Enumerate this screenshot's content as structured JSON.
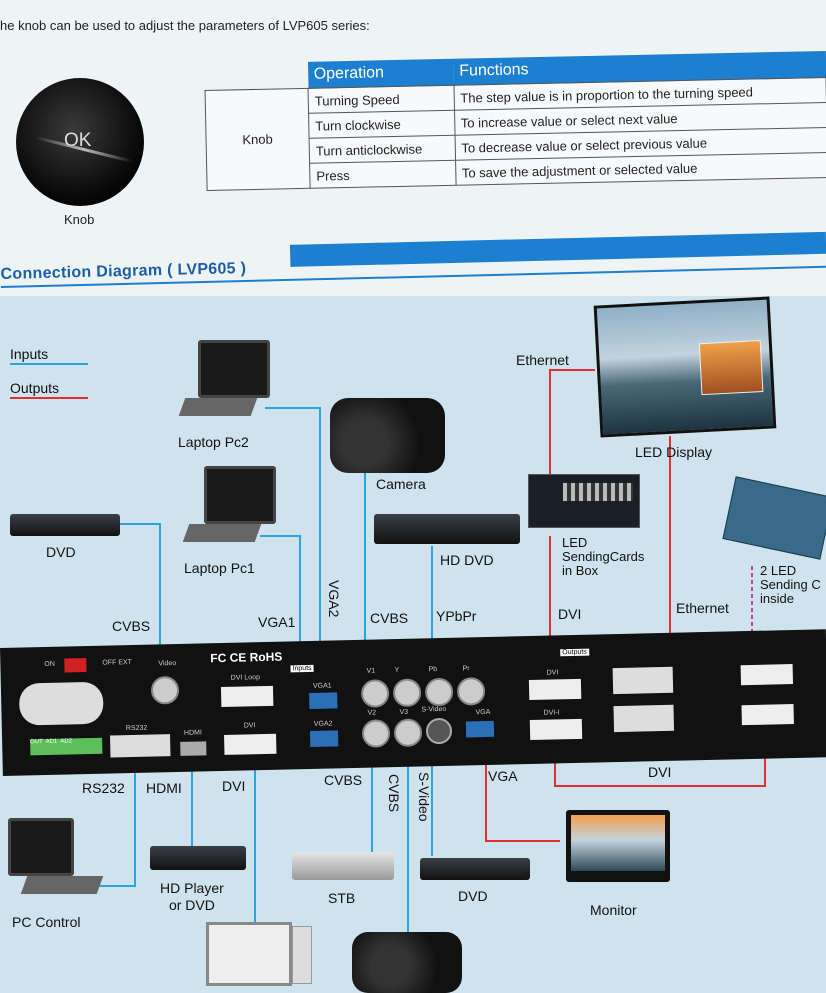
{
  "intro": "he knob can be used to adjust the parameters of LVP605 series:",
  "knob": {
    "face_text": "OK",
    "caption": "Knob"
  },
  "ops_table": {
    "headers": [
      "Operation",
      "Functions"
    ],
    "row_label": "Knob",
    "rows": [
      [
        "Turning Speed",
        "The step value is in proportion to the turning speed"
      ],
      [
        "Turn clockwise",
        "To increase value or select next value"
      ],
      [
        "Turn anticlockwise",
        "To decrease value or select previous value"
      ],
      [
        "Press",
        "To save the adjustment or selected value"
      ]
    ]
  },
  "section_title": "Connection Diagram ( LVP605 )",
  "legend": [
    {
      "label": "Inputs",
      "color": "#2aa6dc"
    },
    {
      "label": "Outputs",
      "color": "#e03030"
    }
  ],
  "devices": {
    "laptop_pc2": "Laptop Pc2",
    "laptop_pc1": "Laptop Pc1",
    "camera": "Camera",
    "dvd_top": "DVD",
    "hd_dvd": "HD DVD",
    "led_display": "LED Display",
    "ethernet_top": "Ethernet",
    "led_sending_box": "LED\nSendingCards\nin Box",
    "two_led": "2 LED\nSending C\ninside",
    "pc_control": "PC Control",
    "hd_player": "HD Player\nor DVD",
    "stb": "STB",
    "dvd_bottom": "DVD",
    "monitor": "Monitor"
  },
  "connection_labels": {
    "cvbs_left": "CVBS",
    "vga1": "VGA1",
    "vga2": "VGA2",
    "cvbs_mid": "CVBS",
    "ypbpr": "YPbPr",
    "dvi_top": "DVI",
    "ethernet_right": "Ethernet",
    "rs232": "RS232",
    "hdmi": "HDMI",
    "dvi_bottom": "DVI",
    "cvbs_bottom": "CVBS",
    "cvbs_vertical": "CVBS",
    "svideo": "S-Video",
    "vga_out": "VGA",
    "dvi_right": "DVI"
  },
  "panel_text": {
    "on": "ON",
    "off_ext": "OFF EXT",
    "video": "Video",
    "fcc": "FC CE RoHS",
    "dvi_loop": "DVI Loop",
    "inputs": "Inputs",
    "vga1": "VGA1",
    "vga2": "VGA2",
    "v1": "V1",
    "v2": "V2",
    "v3": "V3",
    "y": "Y",
    "pb": "Pb",
    "pr": "Pr",
    "svideo": "S-Video",
    "vga": "VGA",
    "outputs": "Outputs",
    "dvi": "DVI",
    "dvi_i": "DVI-I",
    "rs232": "RS232",
    "hdmi": "HDMI",
    "dvi_in": "DVI",
    "audio": "OUT  AD1  AD2"
  },
  "colors": {
    "input": "#2aa6dc",
    "output": "#e03030",
    "accent": "#1c7fd0",
    "magenta": "#c040a0"
  }
}
